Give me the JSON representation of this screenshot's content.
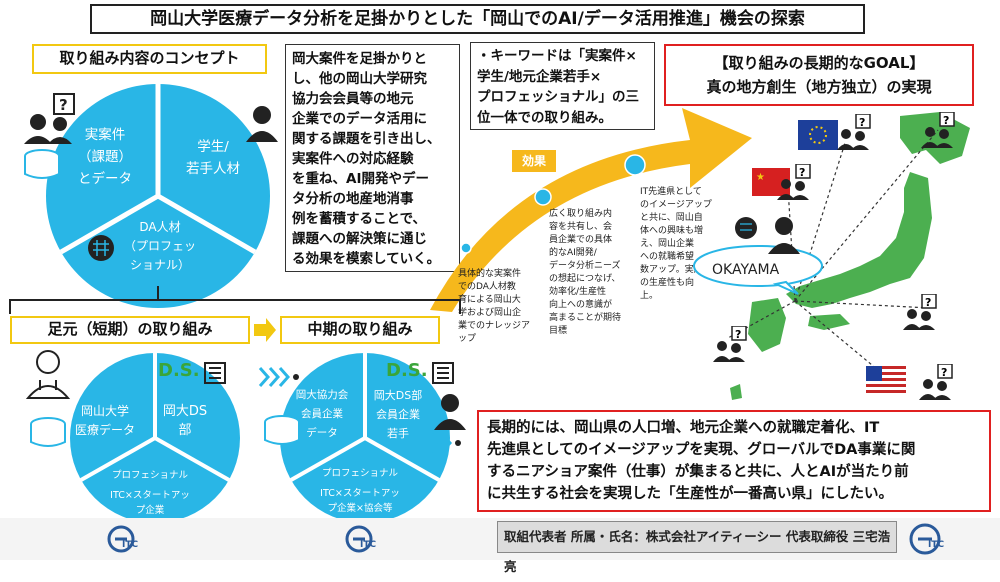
{
  "header": {
    "title": "岡山大学医療データ分析を足掛かりとした「岡山でのAI/データ活用推進」機会の探索"
  },
  "concept": {
    "title": "取り組み内容のコンセプト",
    "segment_cases": [
      "実案件",
      "（課題）",
      "とデータ"
    ],
    "segment_students": [
      "学生/",
      "若手人材"
    ],
    "segment_da": [
      "DA人材",
      "（プロフェッ",
      "ショナル）"
    ]
  },
  "description": {
    "lines": [
      "岡大案件を足掛かりと",
      "し、他の岡山大学研究",
      "協力会会員等の地元",
      "企業でのデータ活用に",
      "関する課題を引き出し、",
      "実案件への対応経験",
      "を重ね、AI開発やデー",
      "タ分析の地産地消事",
      "例を蓄積することで、",
      "課題への解決策に通じ",
      "る効果を模索していく。"
    ]
  },
  "keywords": {
    "lines": [
      "・キーワードは「実案件×",
      "学生/地元企業若手×",
      "プロフェッショナル」の三",
      "位一体での取り組み。"
    ]
  },
  "goal": {
    "line1": "【取り組みの長期的なGOAL】",
    "line2": "真の地方創生（地方独立）の実現"
  },
  "effect": {
    "label": "効果",
    "text1": [
      "具体的な実案件",
      "でのDA人材教",
      "育による岡山大",
      "学および岡山企",
      "業でのナレッジア",
      "ップ"
    ],
    "text2": [
      "広く取り組み内",
      "容を共有し、会",
      "員企業での具体",
      "的なAI開発/",
      "データ分析ニーズ",
      "の想起につなげ、",
      "効率化/生産性",
      "向上への意識が",
      "高まることが期待",
      "目標"
    ],
    "text3": [
      "IT先進県として",
      "のイメージアップ",
      "と共に、岡山自",
      "体への興味も増",
      "え、岡山企業",
      "への就職希望",
      "数アップ。実際",
      "の生産性も向",
      "上。"
    ]
  },
  "map": {
    "label": "OKAYAMA"
  },
  "phases": {
    "short_title": "足元（短期）の取り組み",
    "mid_title": "中期の取り組み"
  },
  "short_circle": {
    "seg1": [
      "岡山大学",
      "医療データ"
    ],
    "seg2": [
      "岡大DS",
      "部"
    ],
    "seg3a": "プロフェショナル",
    "seg3b": [
      "ITC×スタートアッ",
      "プ企業"
    ]
  },
  "mid_circle": {
    "seg1": [
      "岡大協力会",
      "会員企業",
      "データ"
    ],
    "seg2": [
      "岡大DS部",
      "会員企業",
      "若手"
    ],
    "seg3a": "プロフェショナル",
    "seg3b": [
      "ITC×スタートアッ",
      "プ企業×協会等"
    ]
  },
  "logos": {
    "ds": "D.S.",
    "itc": "ITC"
  },
  "bottom": {
    "lines": [
      "長期的には、岡山県の人口増、地元企業への就職定着化、IT",
      "先進県としてのイメージアップを実現、グローバルでDA事業に関",
      "するニアショア案件（仕事）が集まると共に、人とAIが当たり前",
      "に共生する社会を実現した「生産性が一番高い県」にしたい。"
    ]
  },
  "footer": {
    "text": "取組代表者 所属・氏名：株式会社アイティーシー 代表取締役 三宅浩亮"
  },
  "colors": {
    "accent": "#29b6e6",
    "yellow": "#f2c811",
    "red": "#e02020",
    "map_green": "#4caf50",
    "effect_orange": "#f6b81c"
  }
}
